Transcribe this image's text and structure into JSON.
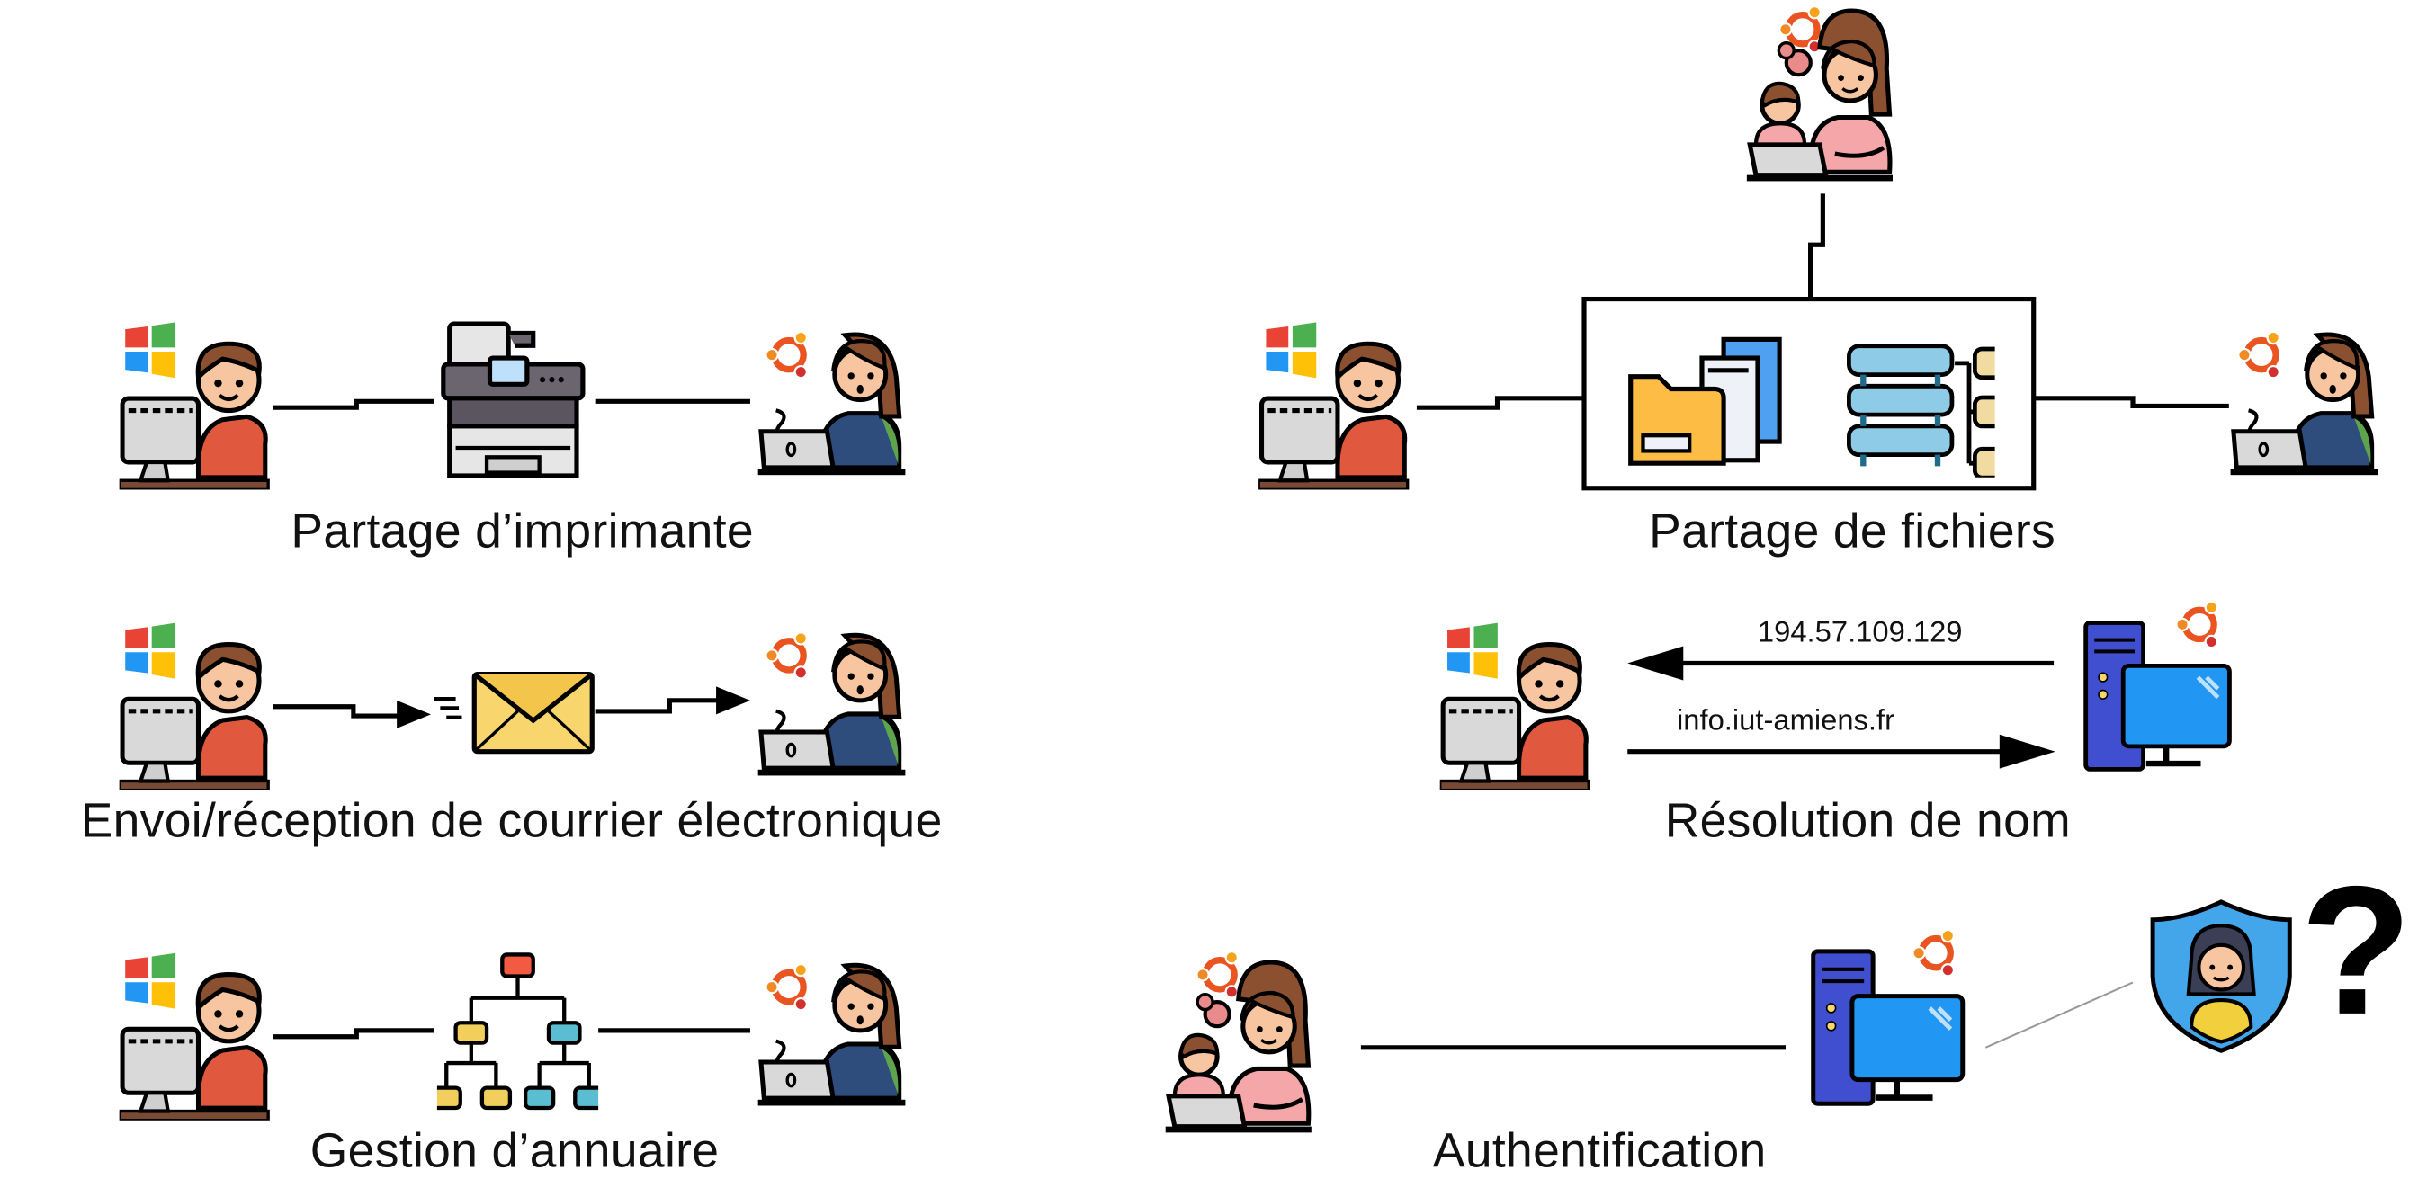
{
  "scenarios": {
    "printer_sharing": {
      "label": "Partage d’imprimante"
    },
    "email": {
      "label": "Envoi/réception de courrier électronique"
    },
    "directory": {
      "label": "Gestion d’annuaire"
    },
    "file_sharing": {
      "label": "Partage de fichiers"
    },
    "name_resolution": {
      "label": "Résolution de nom",
      "response": "194.57.109.129",
      "query": "info.iut-amiens.fr"
    },
    "authentication": {
      "label": "Authentification",
      "unknown_mark": "?"
    }
  },
  "colors": {
    "line": "#000000",
    "windows": [
      "#e84335",
      "#4caf50",
      "#2196f3",
      "#ffc107"
    ],
    "ubuntu": "#e95420"
  },
  "icons": [
    "windows-logo",
    "ubuntu-logo",
    "user-desktop",
    "user-laptop",
    "mother-child-laptop",
    "printer",
    "envelope",
    "org-chart",
    "folder-documents",
    "server-rack",
    "desktop-computer",
    "user-shield",
    "question-mark"
  ]
}
